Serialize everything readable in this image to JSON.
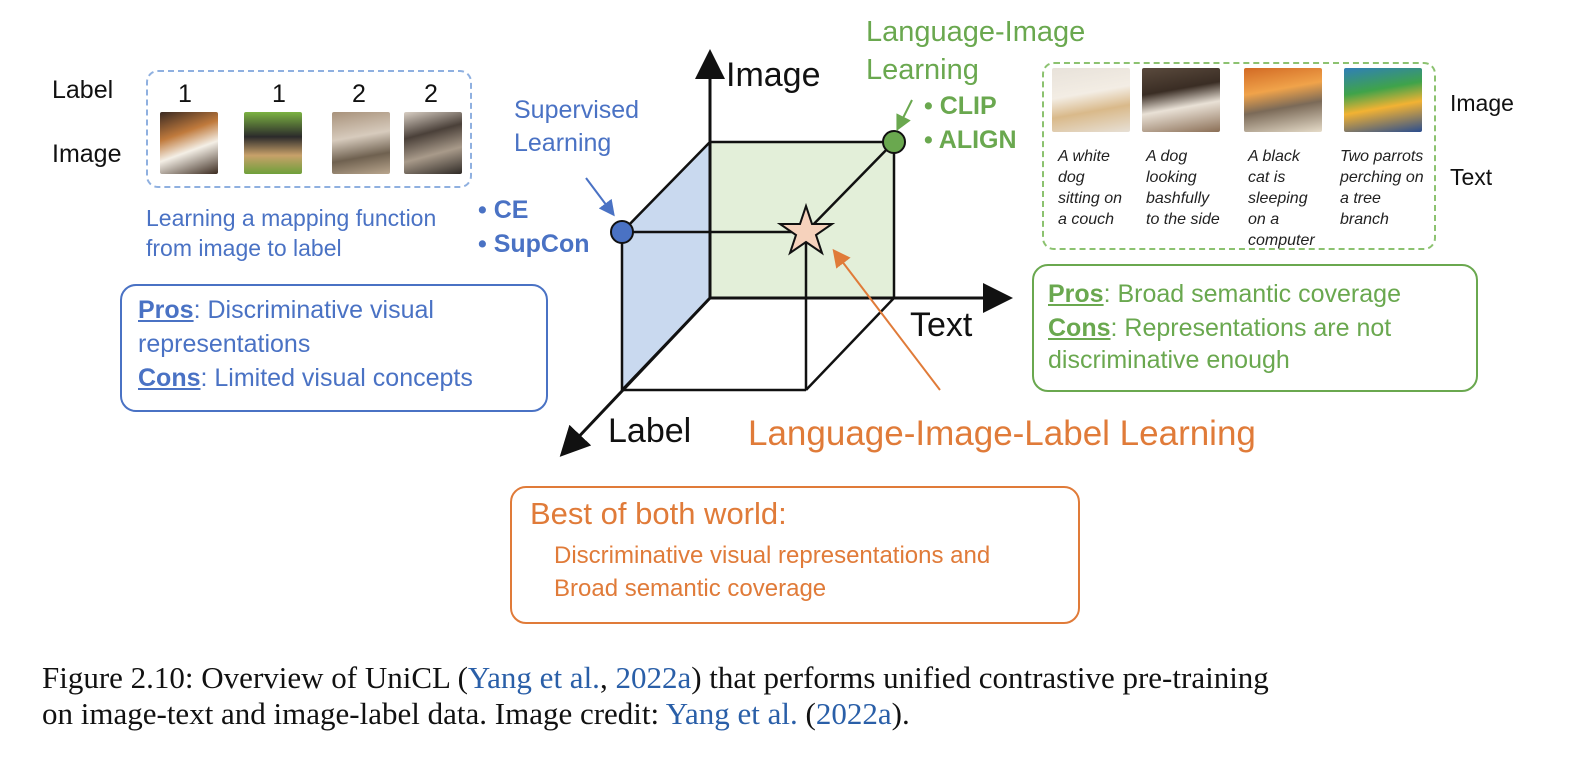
{
  "left": {
    "row_label": "Label",
    "row_image": "Image",
    "labels": [
      "1",
      "1",
      "2",
      "2"
    ],
    "mapping_line1": "Learning a mapping function",
    "mapping_line2": "from image to label",
    "methods": [
      "• CE",
      "• SupCon"
    ],
    "pros_label": "Pros",
    "pros_text": ": Discriminative visual",
    "pros_text2": "representations",
    "cons_label": "Cons",
    "cons_text": ": Limited visual concepts"
  },
  "center": {
    "supervised_line1": "Supervised",
    "supervised_line2": "Learning",
    "axis_image": "Image",
    "axis_text": "Text",
    "axis_label": "Label",
    "lang_image_line1": "Language-Image",
    "lang_image_line2": "Learning",
    "lang_methods": [
      "• CLIP",
      "• ALIGN"
    ],
    "lil_title": "Language-Image-Label Learning"
  },
  "right": {
    "row_image": "Image",
    "row_text": "Text",
    "captions": [
      [
        "A white",
        "dog",
        "sitting on",
        "a couch"
      ],
      [
        "A dog",
        "looking",
        "bashfully",
        "to the side"
      ],
      [
        "A black",
        "cat is",
        "sleeping",
        "on a",
        "computer"
      ],
      [
        "Two parrots",
        "perching on",
        "a tree",
        "branch"
      ]
    ],
    "pros_label": "Pros",
    "pros_text": ": Broad semantic coverage",
    "cons_label": "Cons",
    "cons_text": ": Representations are not",
    "cons_text2": "discriminative enough"
  },
  "bottom": {
    "title": "Best of both world:",
    "line1": "Discriminative visual representations and",
    "line2": "Broad semantic coverage"
  },
  "caption": {
    "part1": "Figure 2.10: Overview of UniCL (",
    "cite1": "Yang et al.",
    "comma": ", ",
    "cite1_year": "2022a",
    "part2": ") that performs unified contrastive pre-training",
    "part3": "on image-text and image-label data. Image credit: ",
    "cite2": "Yang et al.",
    "space": " (",
    "cite2_year": "2022a",
    "end": ")."
  },
  "colors": {
    "blue": "#4a72c4",
    "green": "#6aa84f",
    "orange": "#e07b39"
  }
}
